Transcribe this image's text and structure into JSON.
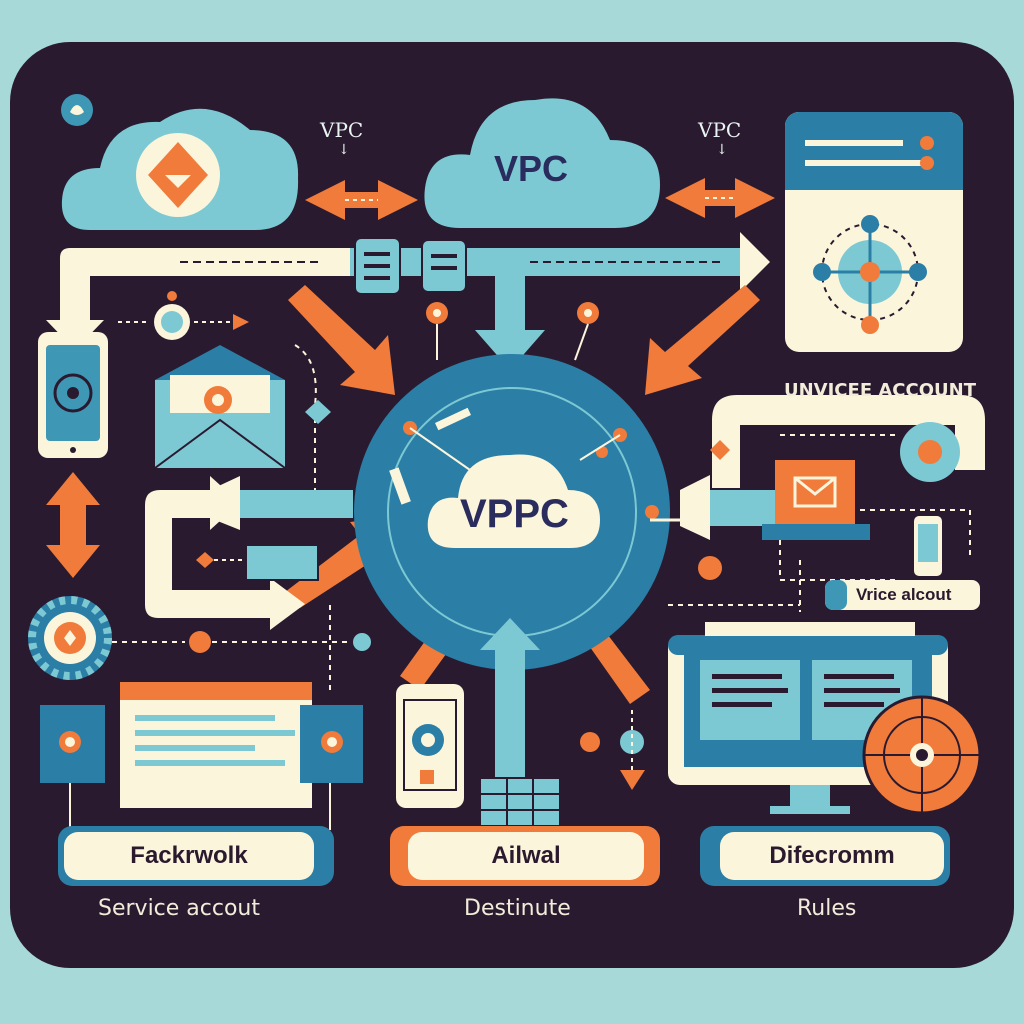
{
  "diagram": {
    "top_label_left": "VPC",
    "top_label_right": "VPC",
    "cloud_top_label": "VPC",
    "center_cloud_label": "VPPC",
    "service_account_label": "UNVICEE ACCOUNT",
    "vrice_label": "Vrice alcout",
    "boxes": [
      {
        "label": "Fackrwolk",
        "caption": "Service accout"
      },
      {
        "label": "Ailwal",
        "caption": "Destinute"
      },
      {
        "label": "Difecromm",
        "caption": "Rules"
      }
    ]
  },
  "colors": {
    "background": "#a7d9d9",
    "panel": "#2a1a2f",
    "teal_light": "#7cc9d3",
    "teal_dark": "#2b7ea6",
    "orange": "#f07b3a",
    "cream": "#fbf5dc"
  }
}
